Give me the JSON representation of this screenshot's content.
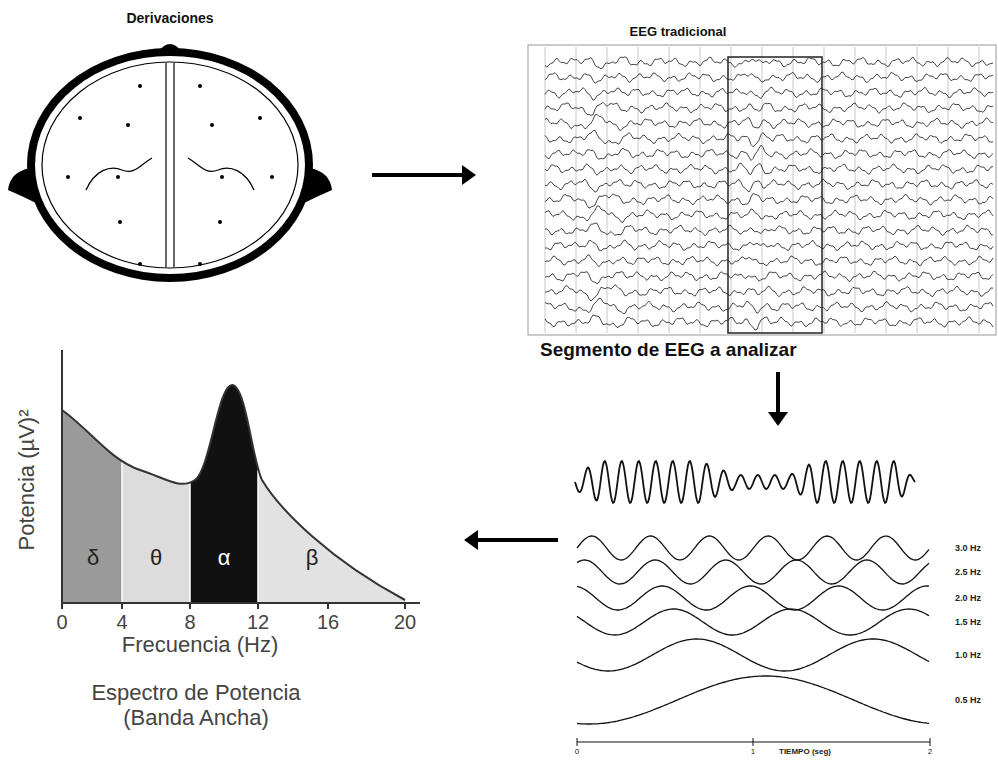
{
  "diagram": {
    "nodes": [
      {
        "text": [
          "Derivaciones"
        ]
      },
      {
        "text": [
          "EEG tradicional"
        ]
      },
      {
        "text": [
          "3.0 Hz",
          "2.5 Hz",
          "2.0 Hz",
          "1.5 Hz",
          "1.0 Hz",
          "0.5 Hz",
          "TIEMPO (seg)"
        ]
      },
      {
        "text": [
          "Potencia (µV)²",
          "Frecuencia (Hz)",
          "Espectro de Potencia (Banda Ancha)"
        ]
      }
    ],
    "edges": [
      {
        "from": 0,
        "to": 1,
        "arrow": "to"
      },
      {
        "from": 1,
        "to": 2,
        "label": "Segmento de EEG a analizar",
        "arrow": "to"
      },
      {
        "from": 2,
        "to": 3,
        "arrow": "to"
      }
    ],
    "labels": [
      "δ",
      "θ",
      "α",
      "β",
      "0",
      "4",
      "8",
      "12",
      "16",
      "20",
      "0",
      "1",
      "2"
    ]
  }
}
